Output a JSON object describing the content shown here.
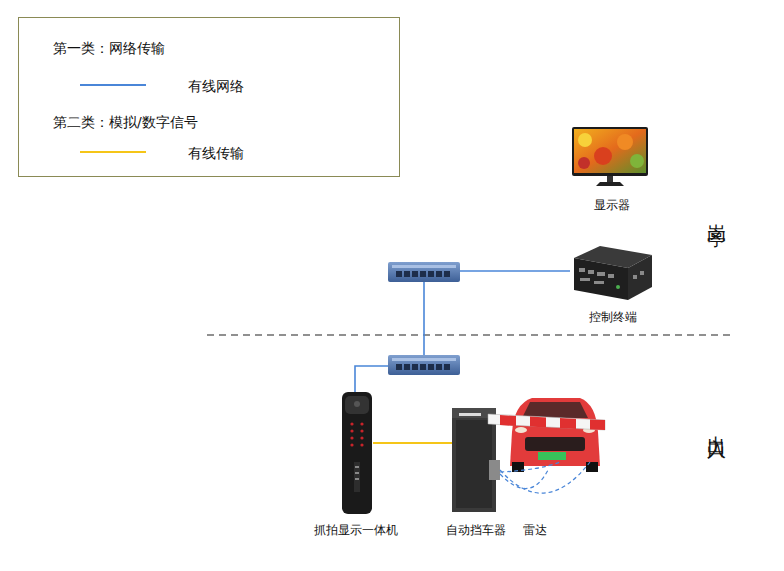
{
  "diagram": {
    "nodes": [
      {
        "text": [
          "显示器"
        ]
      },
      {
        "text": [
          "控制终端"
        ]
      },
      {
        "text": [
          "抓拍显示一体机"
        ]
      },
      {
        "text": [
          "自动挡车器"
        ]
      },
      {
        "text": [
          "雷达"
        ]
      }
    ],
    "edges": [
      {
        "from": 2,
        "to": 3,
        "arrow": "none"
      }
    ],
    "labels": [
      "第一类：网络传输",
      "第二类：模拟/数字信号",
      "岗亭",
      "出入口"
    ],
    "legend": [
      {
        "text": "有线网络",
        "color": "#4a86d8"
      },
      {
        "text": "有线传输",
        "color": "#f5c518"
      }
    ]
  }
}
